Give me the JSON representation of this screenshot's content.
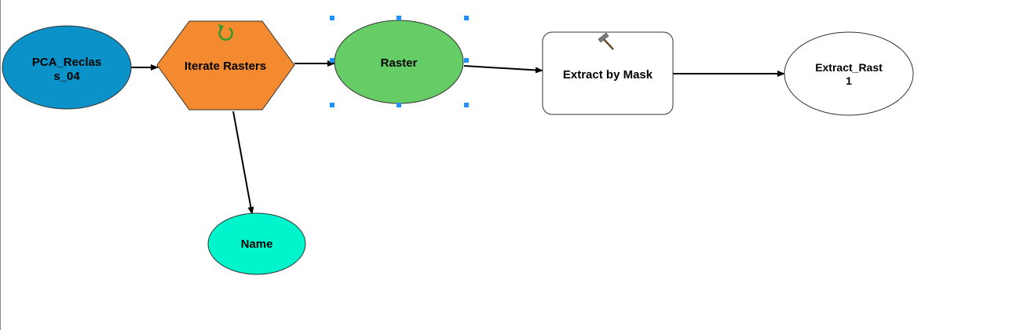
{
  "model": {
    "nodes": {
      "input_raster": {
        "line1": "PCA_Reclas",
        "line2": "s_04",
        "color": "#0b93c9"
      },
      "iterator": {
        "label": "Iterate Rasters",
        "color": "#f38a30",
        "icon": "iterate-icon"
      },
      "raster": {
        "label": "Raster",
        "color": "#66cc66",
        "selected": true
      },
      "tool": {
        "label": "Extract by Mask",
        "color": "#ffffff",
        "icon": "hammer-icon"
      },
      "output": {
        "line1": "Extract_Rast",
        "line2": "1",
        "color": "#ffffff"
      },
      "name": {
        "label": "Name",
        "color": "#00f5cc"
      }
    },
    "selection_handle_color": "#1e90ff"
  }
}
